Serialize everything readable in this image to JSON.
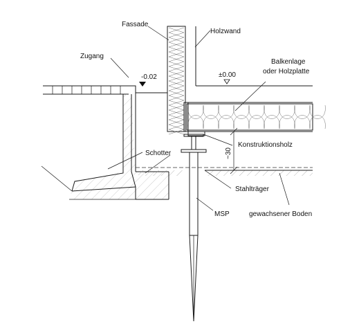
{
  "labels": {
    "fassade": "Fassade",
    "holzwand": "Holzwand",
    "zugang": "Zugang",
    "level_entry": "-0.02",
    "level_zero": "±0.00",
    "balken_line1": "Balkenlage",
    "balken_line2": "oder Holzplatte",
    "konstruktionsholz": "Konstruktionsholz",
    "clearance": "~30",
    "schotter": "Schotter",
    "stahltraeger": "Stahlträger",
    "gewachsener_boden": "gewachsener Boden",
    "msp": "MSP"
  },
  "colors": {
    "line": "#1a1a1a",
    "hatch": "#6a6a6a",
    "background": "#ffffff"
  }
}
